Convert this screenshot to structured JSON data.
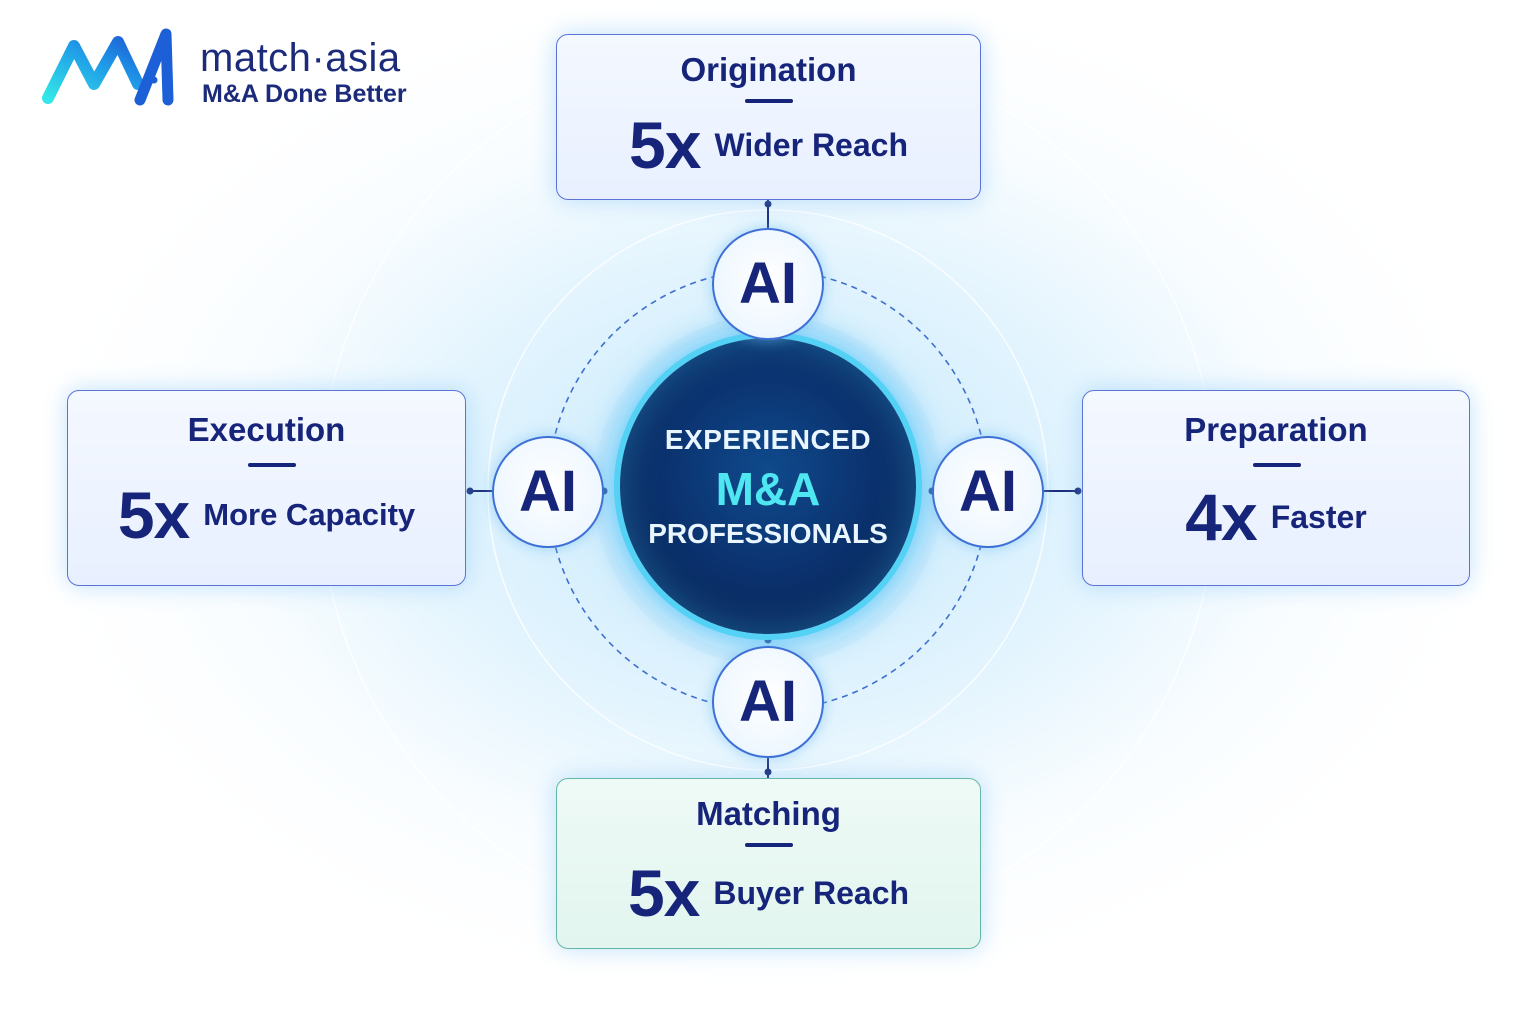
{
  "brand": {
    "name_part1": "match",
    "name_part2": "asia",
    "tagline": "M&A Done Better"
  },
  "center": {
    "line1": "EXPERIENCED",
    "line2": "M&A",
    "line3": "PROFESSIONALS"
  },
  "ai_label": "AI",
  "cards": {
    "origination": {
      "title": "Origination",
      "number": "5x",
      "label": "Wider Reach"
    },
    "execution": {
      "title": "Execution",
      "number": "5x",
      "label": "More Capacity"
    },
    "preparation": {
      "title": "Preparation",
      "number": "4x",
      "label": "Faster"
    },
    "matching": {
      "title": "Matching",
      "number": "5x",
      "label": "Buyer Reach"
    }
  },
  "colors": {
    "navy": "#16247a",
    "accent_cyan": "#4ee6f0",
    "card_border": "#5b72d6",
    "matching_border": "#63b7a4",
    "center_fill": "#0b3370"
  }
}
